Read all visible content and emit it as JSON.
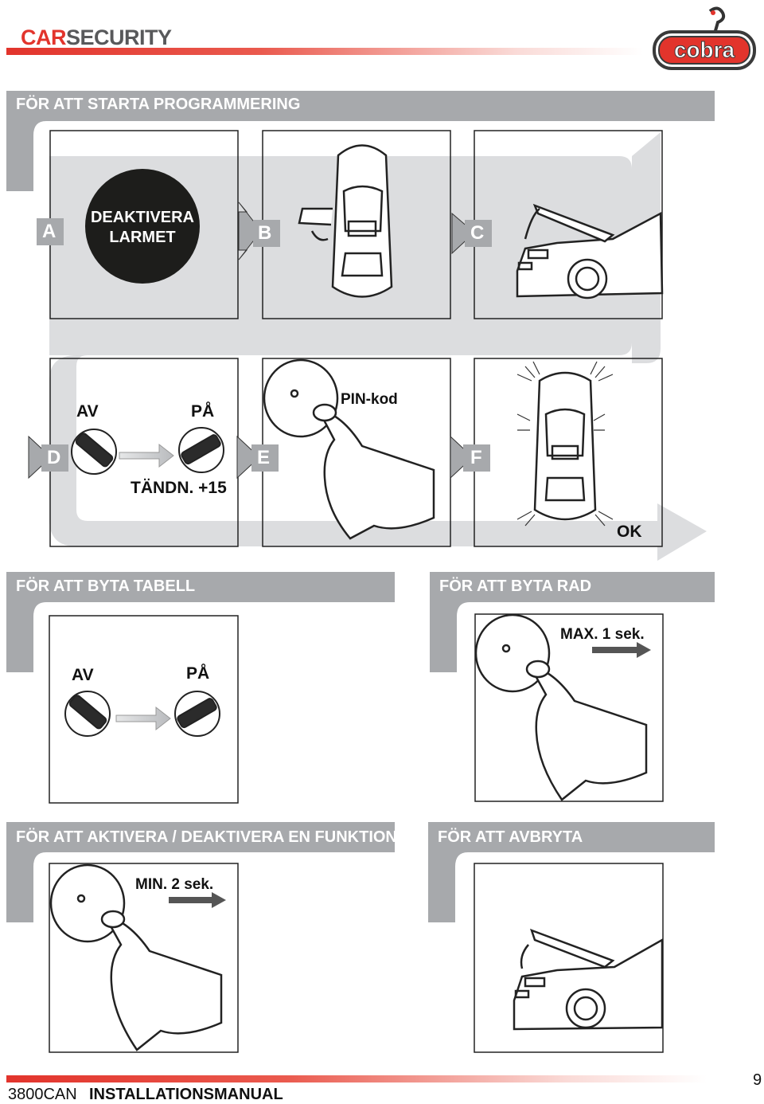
{
  "header": {
    "brand_car": "CAR",
    "brand_security": "SECURITY",
    "logo_text": "cobra"
  },
  "sections": {
    "start_programming": {
      "title": "FÖR ATT STARTA PROGRAMMERING",
      "steps": {
        "a": {
          "letter": "A",
          "text_line1": "DEAKTIVERA",
          "text_line2": "LARMET"
        },
        "b": {
          "letter": "B"
        },
        "c": {
          "letter": "C"
        },
        "d": {
          "letter": "D",
          "off_label": "AV",
          "on_label": "PÅ",
          "ignition_label": "TÄNDN. +15"
        },
        "e": {
          "letter": "E",
          "pin_label": "PIN-kod"
        },
        "f": {
          "letter": "F",
          "ok_label": "OK"
        }
      }
    },
    "change_table": {
      "title": "FÖR ATT BYTA TABELL",
      "off_label": "AV",
      "on_label": "PÅ"
    },
    "change_row": {
      "title": "FÖR ATT BYTA RAD",
      "duration_label": "MAX. 1 sek."
    },
    "toggle_function": {
      "title": "FÖR ATT AKTIVERA / DEAKTIVERA EN FUNKTION",
      "duration_label": "MIN. 2 sek."
    },
    "cancel": {
      "title": "FÖR ATT AVBRYTA"
    }
  },
  "footer": {
    "model": "3800CAN",
    "manual_title": "INSTALLATIONSMANUAL",
    "page_number": "9"
  },
  "colors": {
    "brand_red": "#e2342c",
    "brand_gray": "#58595b",
    "band_gray": "#a7a9ac",
    "light_band": "#dcdddf",
    "badge_black": "#1d1d1b"
  }
}
